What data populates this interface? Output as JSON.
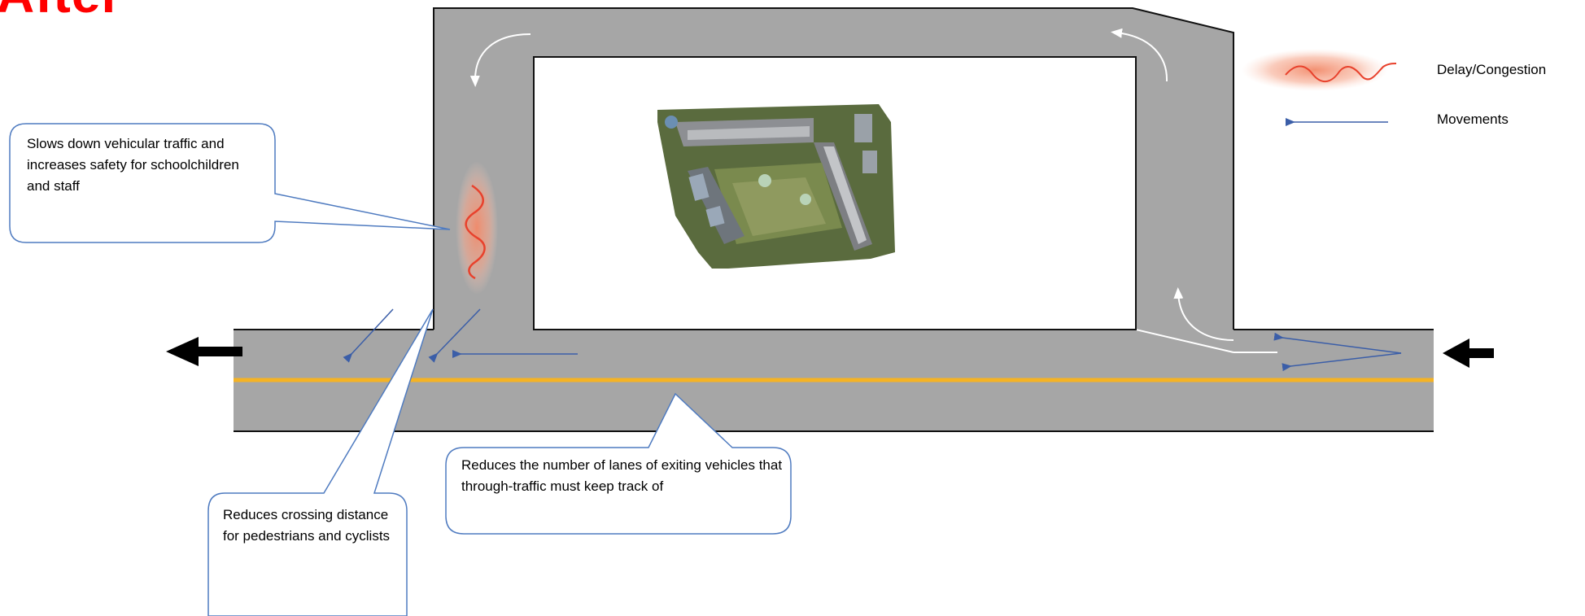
{
  "title": "After",
  "legend": {
    "items": [
      {
        "label": "Delay/Congestion",
        "icon": "congestion-squiggle-icon"
      },
      {
        "label": "Movements",
        "icon": "arrow-left-icon"
      }
    ]
  },
  "callouts": {
    "traffic_safety": "Slows down vehicular traffic and increases safety for schoolchildren and staff",
    "crossing_distance": "Reduces crossing distance for pedestrians and cyclists",
    "lanes_reduction": "Reduces the number of lanes of exiting vehicles that through-traffic must keep track of"
  },
  "colors": {
    "road": "#a6a6a6",
    "center_line": "#f5b324",
    "movement_arrow": "#3b5ea8",
    "callout_border": "#4f7bc0",
    "congestion": "#e8412c",
    "title": "#ff0000"
  }
}
